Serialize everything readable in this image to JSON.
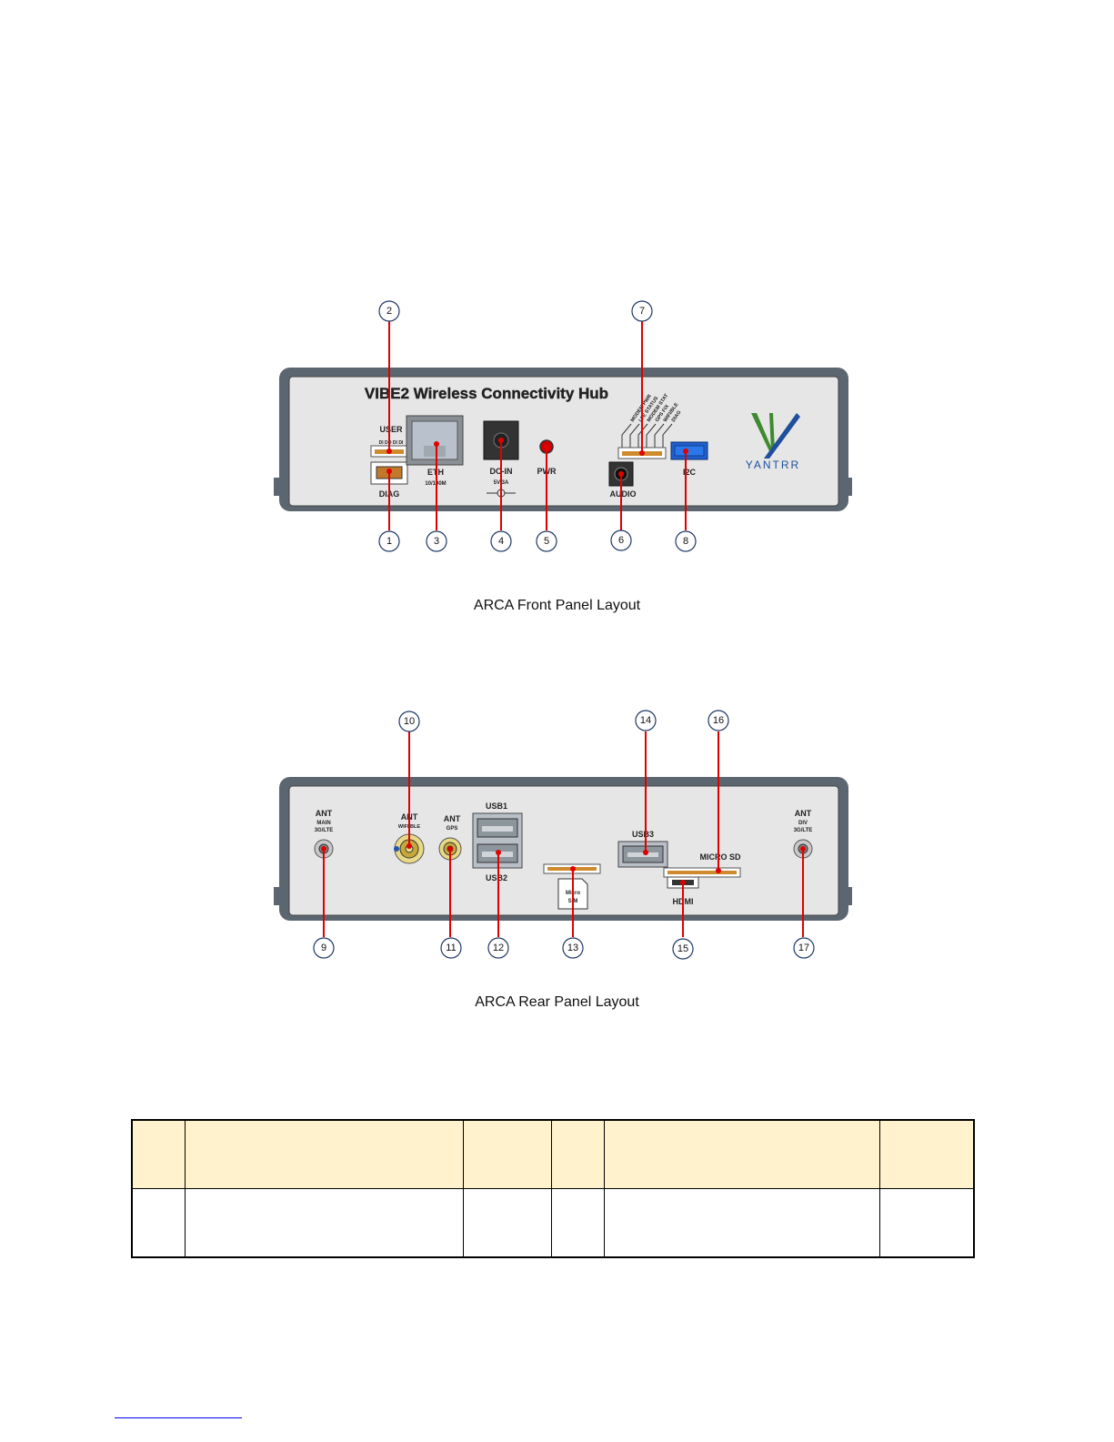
{
  "front_panel": {
    "title": "VIBE2 Wireless Connectivity Hub",
    "caption": "ARCA Front Panel Layout",
    "logo_text": "YANTRR",
    "labels": {
      "user": "USER",
      "user_leds": "DI DO DI DI",
      "diag": "DIAG",
      "eth": "ETH",
      "eth_speed": "10/100M",
      "dcin": "DC-IN",
      "dcin_rating": "5V/3A",
      "pwr": "PWR",
      "audio": "AUDIO",
      "i2c": "I2C"
    },
    "led_labels": [
      "MODEM PWR",
      "LTE STATUS",
      "MODEM STAT",
      "GPS FIX",
      "WIFI/BLE",
      "DIAG"
    ],
    "callouts": [
      "1",
      "2",
      "3",
      "4",
      "5",
      "6",
      "7",
      "8"
    ]
  },
  "rear_panel": {
    "caption": "ARCA Rear Panel Layout",
    "labels": {
      "ant": "ANT",
      "ant_main": "MAIN",
      "ant_3glte": "3G/LTE",
      "ant_wifi": "WIFI/BLE",
      "ant_gps": "GPS",
      "ant_div": "DIV",
      "usb1": "USB1",
      "usb2": "USB2",
      "usb3": "USB3",
      "micro_sim_1": "Micro",
      "micro_sim_2": "SIM",
      "micro_sd": "MICRO SD",
      "hdmi": "HDMI"
    },
    "callouts": [
      "9",
      "10",
      "11",
      "12",
      "13",
      "14",
      "15",
      "16",
      "17"
    ]
  },
  "colors": {
    "callout_line": "#e00000",
    "panel_fill": "#e6e6e6",
    "panel_frame": "#5c6670",
    "table_header": "#fff2cc",
    "table_number_cell": "#d9ead3",
    "logo_green": "#3d8a2f",
    "logo_blue": "#1f4e9c"
  }
}
